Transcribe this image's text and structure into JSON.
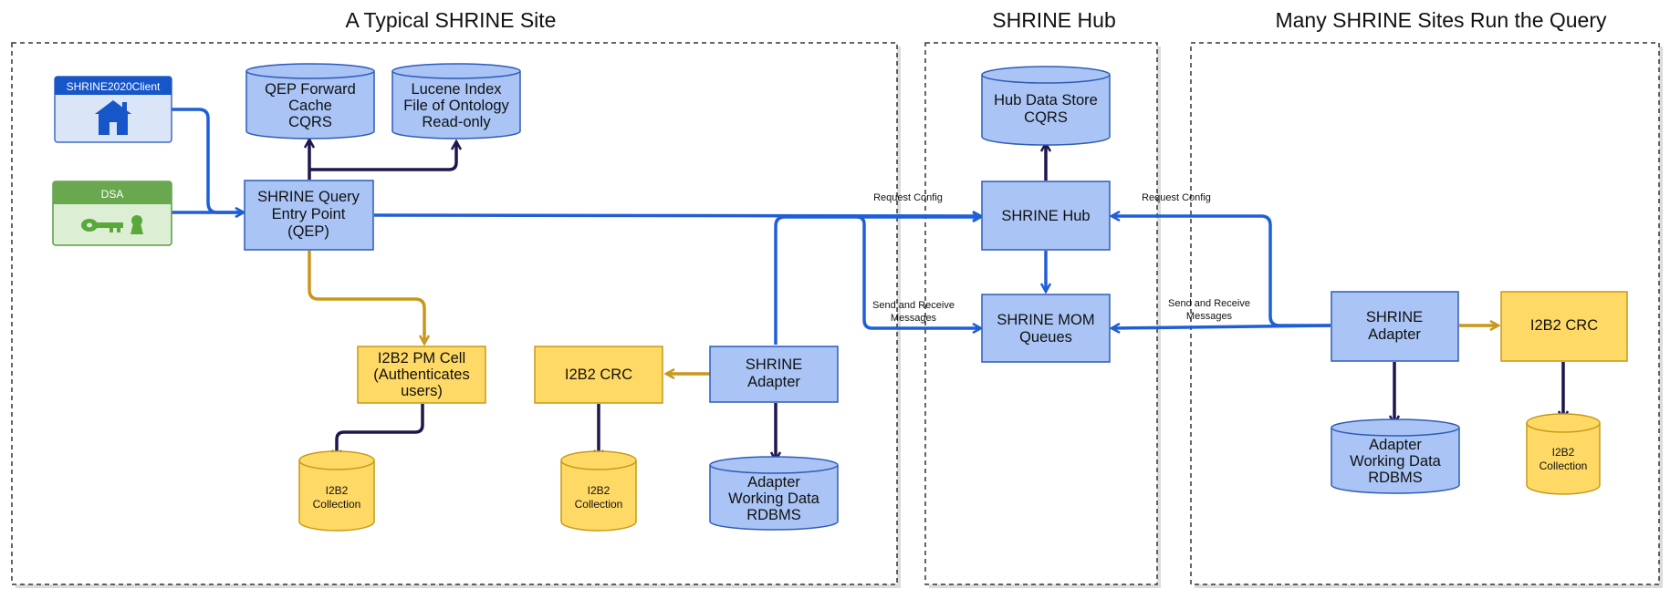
{
  "sections": {
    "typical_site": "A Typical SHRINE Site",
    "hub": "SHRINE Hub",
    "many_sites": "Many SHRINE Sites Run the Query"
  },
  "clients": {
    "shrine_client": "SHRINE2020Client",
    "dsa": "DSA"
  },
  "qep_cache": [
    "QEP Forward",
    "Cache",
    "CQRS"
  ],
  "lucene_index": [
    "Lucene Index",
    "File of Ontology",
    "Read-only"
  ],
  "qep": [
    "SHRINE Query",
    "Entry Point",
    "(QEP)"
  ],
  "pm_cell": [
    "I2B2 PM Cell",
    "(Authenticates",
    "users)"
  ],
  "site_collection_1": [
    "I2B2",
    "Collection"
  ],
  "site_crc": "I2B2 CRC",
  "site_collection_2": [
    "I2B2",
    "Collection"
  ],
  "site_adapter": [
    "SHRINE",
    "Adapter"
  ],
  "site_adapter_db": [
    "Adapter",
    "Working Data",
    "RDBMS"
  ],
  "hub_store": [
    "Hub Data Store",
    "CQRS"
  ],
  "hub": "SHRINE Hub",
  "mom": [
    "SHRINE MOM",
    "Queues"
  ],
  "edge_labels": {
    "request_config_left": "Request Config",
    "send_receive_left": [
      "Send and Receive",
      "Messages"
    ],
    "request_config_right": "Request Config",
    "send_receive_right": [
      "Send and Receive",
      "Messages"
    ]
  },
  "remote_adapter": [
    "SHRINE",
    "Adapter"
  ],
  "remote_crc": "I2B2 CRC",
  "remote_adapter_db": [
    "Adapter",
    "Working Data",
    "RDBMS"
  ],
  "remote_collection": [
    "I2B2",
    "Collection"
  ],
  "colors": {
    "blue_fill": "#a9c4f5",
    "blue_stroke": "#2f5cb8",
    "blue_arrow": "#1f5fd6",
    "dark_arrow": "#1f1650",
    "yellow_fill": "#ffd966",
    "yellow_stroke": "#c79a16",
    "gold_arrow": "#c9971a",
    "client_header": "#1756c9",
    "dsa_header": "#6aa84f"
  },
  "icons": {
    "client": "house-icon",
    "dsa": "key-icon"
  }
}
